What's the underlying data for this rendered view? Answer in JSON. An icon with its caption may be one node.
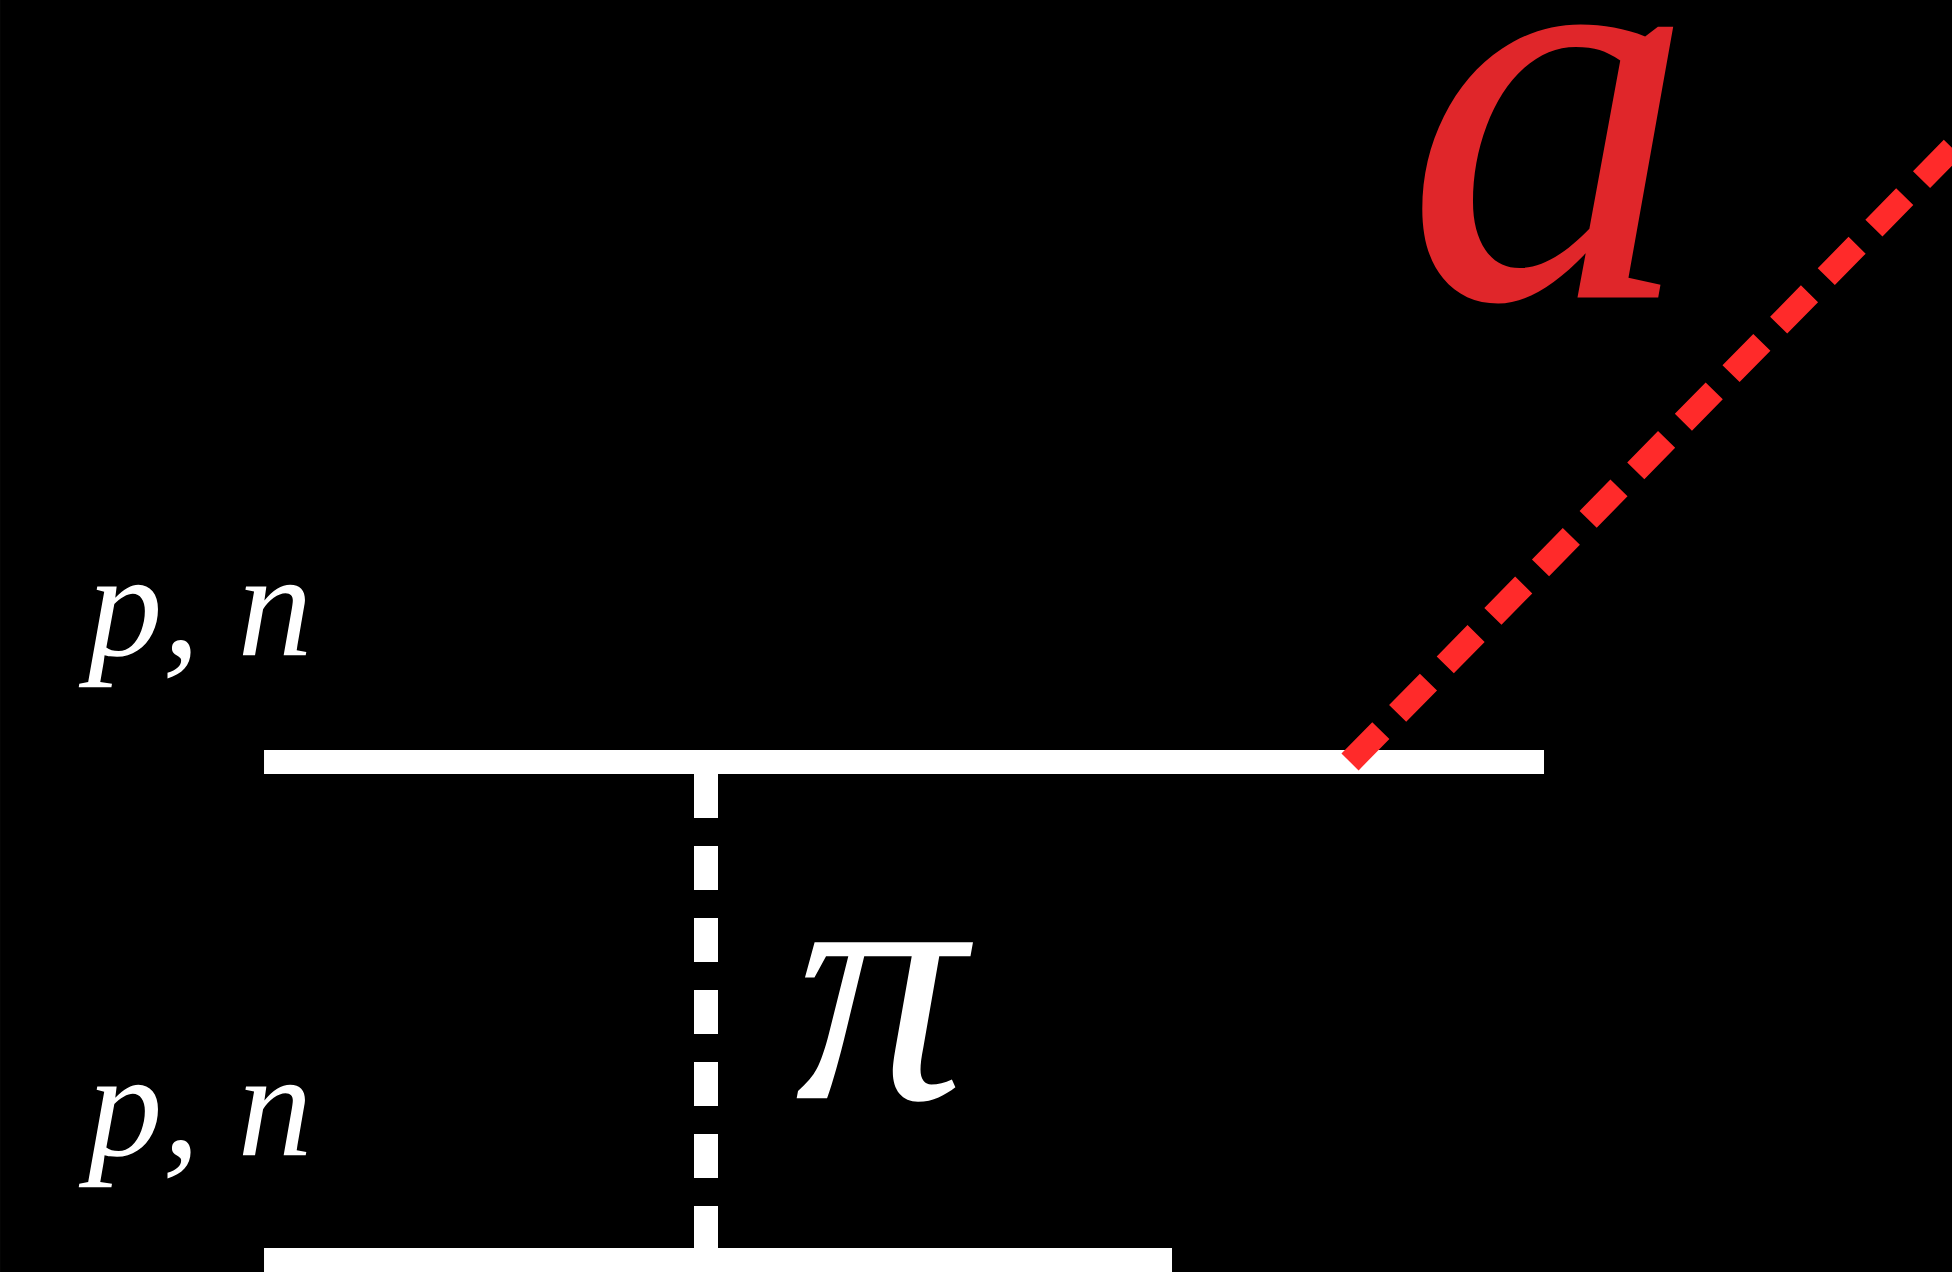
{
  "diagram": {
    "labels": [
      "a",
      "p, n",
      "π",
      "p, n"
    ]
  }
}
